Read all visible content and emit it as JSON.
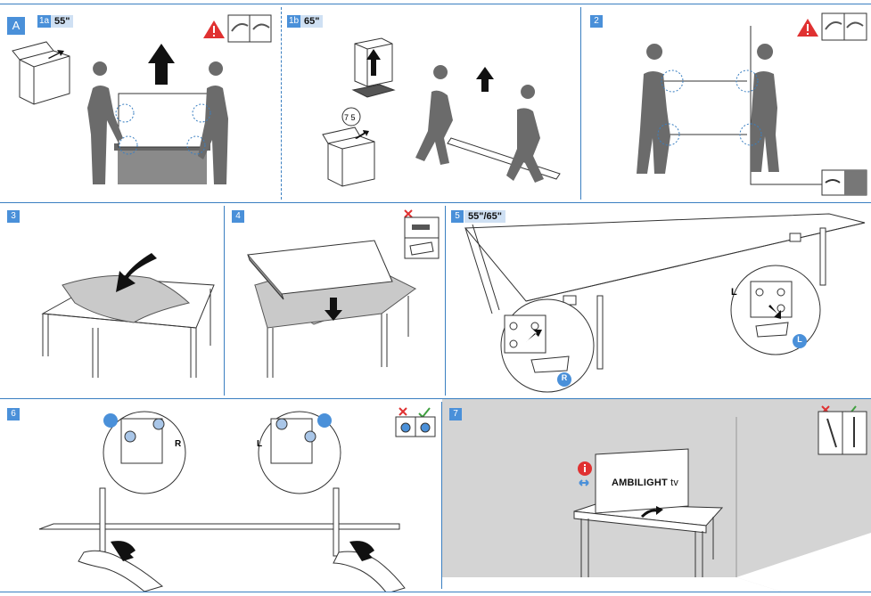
{
  "section_letter": "A",
  "steps": {
    "s1a": {
      "number": "1a",
      "size": "55\""
    },
    "s1b": {
      "number": "1b",
      "size": "65\""
    },
    "s2": {
      "number": "2"
    },
    "s3": {
      "number": "3"
    },
    "s4": {
      "number": "4"
    },
    "s5": {
      "number": "5",
      "size": "55\"/65\""
    },
    "s6": {
      "number": "6",
      "side_right": "R",
      "side_left": "L"
    },
    "s7": {
      "number": "7"
    }
  },
  "callouts": {
    "s5_left": "L",
    "s5_right": "R",
    "s5_left_badge": "L",
    "s5_right_badge": "R"
  },
  "tv_brand": {
    "main": "AMBILIGHT",
    "suffix": "tv"
  },
  "colors": {
    "accent": "#4a90d9",
    "rule": "#3a7fc1",
    "warning": "#e03131",
    "ok": "#40a040",
    "figure": "#6b6b6b",
    "wall": "#d4d4d4"
  },
  "icons": [
    "warning-icon",
    "hands-icon",
    "info-icon",
    "arrow-up-icon",
    "arrow-down-icon",
    "check-icon",
    "cross-icon"
  ]
}
